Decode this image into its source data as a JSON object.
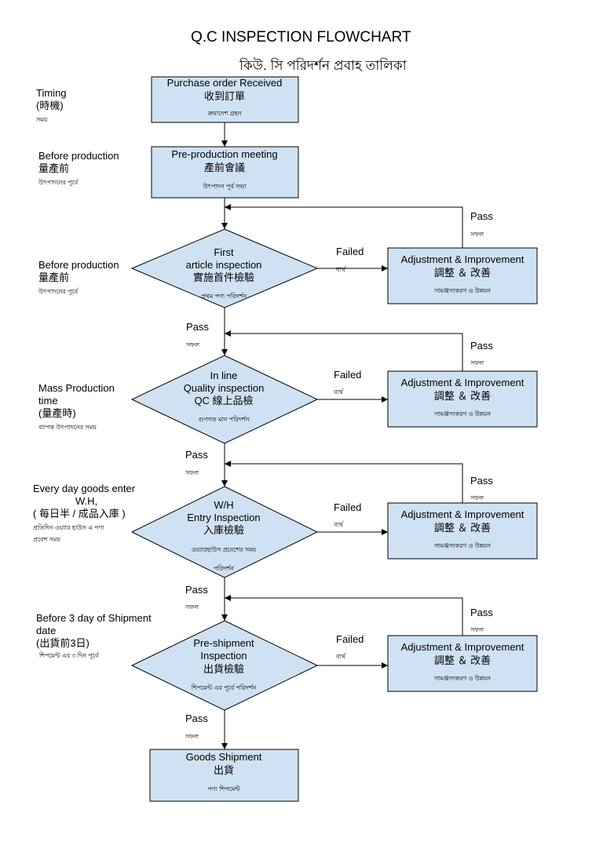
{
  "title": "Q.C INSPECTION FLOWCHART",
  "subtitle": "কিউ. সি পরিদর্শন প্রবাহ তালিকা",
  "timing": [
    "Timing",
    "(時機)",
    "সময়"
  ],
  "left_labels": [
    [
      "Before production",
      "量產前",
      "উৎপাদনের পূর্বে"
    ],
    [
      "Before production",
      "量產前",
      "উৎপাদনের পূর্বে"
    ],
    [
      "Mass Production",
      "time",
      "(量產時)",
      "ব্যাপক উৎপাদনের সময়"
    ],
    [
      "Every day goods enter",
      "W.H,",
      "( 每日半 / 成品入庫 )",
      "প্রতিদিন ওয়্যার হাউস এ পণ্য",
      "প্রবেশ সময়"
    ],
    [
      "Before 3 day of Shipment",
      "date",
      "(出貨前3日)",
      "শিপমেন্ট এর ৩ দিন পূর্বে"
    ]
  ],
  "boxes": {
    "purchase": [
      "Purchase order Received",
      "收到訂單",
      "ক্রয়াদেশ গ্রহন"
    ],
    "preprod": [
      "Pre-production meeting",
      "產前會議",
      "উৎপাদন পূর্ব সভা"
    ],
    "shipment": [
      "Goods Shipment",
      "出貨",
      "পণ্য শিপমেন্ট"
    ]
  },
  "diamonds": [
    [
      "First",
      "article inspection",
      "實施首件檢驗",
      "প্রথম পণ্য পরিদর্শন"
    ],
    [
      "In line",
      "Quality inspection",
      "QC 線上品檢",
      "গুণগত মান পরিদর্শন"
    ],
    [
      "W/H",
      "Entry Inspection",
      "入庫檢驗",
      "ওয়্যারহাউস প্রবেশের সময়",
      "পরিদর্শন"
    ],
    [
      "Pre-shipment",
      "Inspection",
      "出貨檢驗",
      "শিপমেন্ট এর পূর্বে পরিদর্শন"
    ]
  ],
  "adjust": [
    "Adjustment & Improvement",
    "調整 ＆ 改善",
    "সামঞ্জস্যকরণ ও উন্নয়ন"
  ],
  "pass": "Pass",
  "pass_bn": "সফল",
  "failed": "Failed",
  "failed_bn": "ব্যর্থ",
  "colors": {
    "box_fill": "#cfe2f3",
    "stroke": "#000000"
  }
}
